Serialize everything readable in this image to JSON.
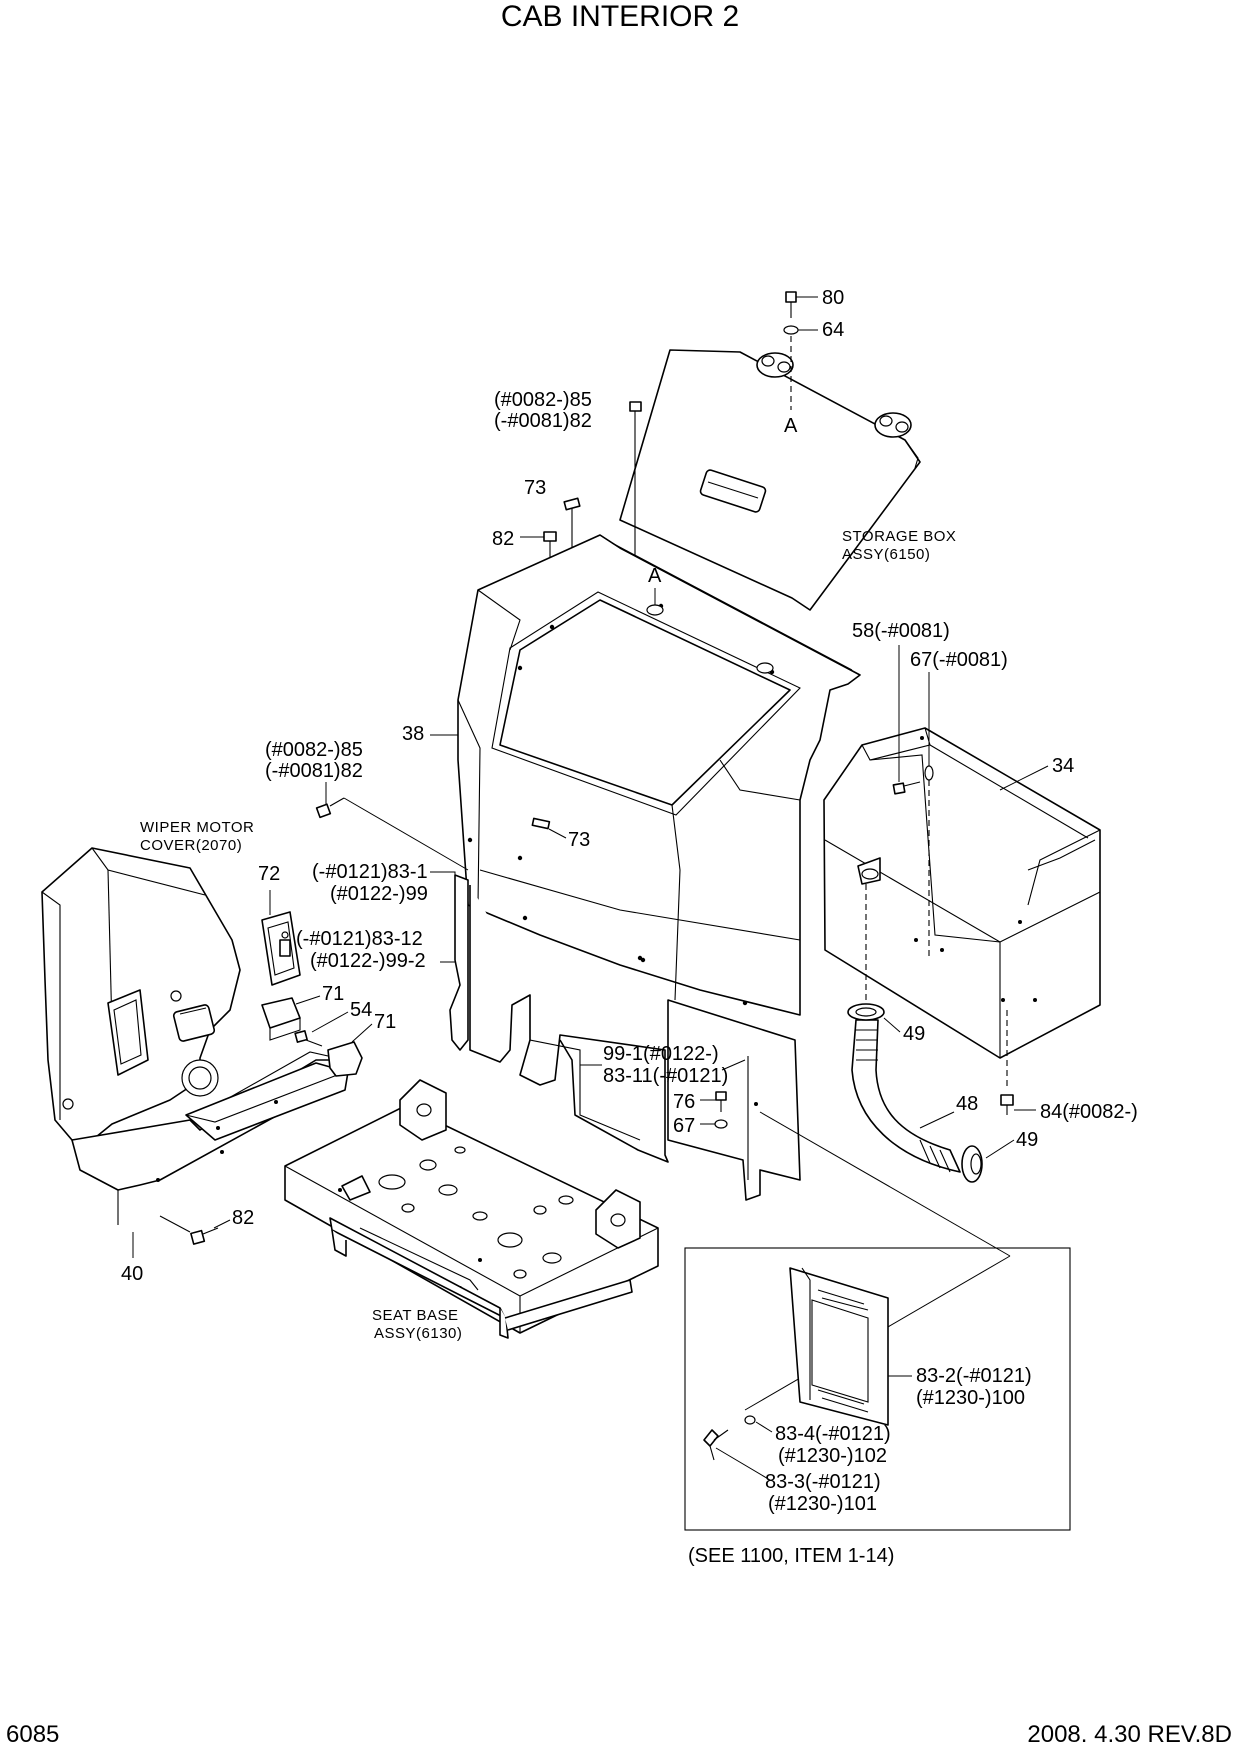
{
  "title": "CAB INTERIOR 2",
  "page_number": "6085",
  "revision": "2008. 4.30  REV.8D",
  "reference_note": "(SEE 1100, ITEM 1-14)",
  "subassemblies": {
    "storage_box": [
      "STORAGE BOX",
      "ASSY(6150)"
    ],
    "wiper_cover": [
      "WIPER MOTOR",
      "COVER(2070)"
    ],
    "seat_base": [
      "SEAT BASE",
      "ASSY(6130)"
    ]
  },
  "view_marks": {
    "a_top": "A",
    "a_bottom": "A"
  },
  "callouts": {
    "p80": "80",
    "p64": "64",
    "p85_82_top": [
      "(#0082-)85",
      "(-#0081)82"
    ],
    "p73_top": "73",
    "p82_top": "82",
    "p58": "58(-#0081)",
    "p67_top": "67(-#0081)",
    "p34": "34",
    "p38": "38",
    "p85_82_left": [
      "(#0082-)85",
      "(-#0081)82"
    ],
    "p73_mid": "73",
    "p72": "72",
    "p83_1": [
      "(-#0121)83-1",
      "(#0122-)99"
    ],
    "p83_12": [
      "(-#0121)83-12",
      "(#0122-)99-2"
    ],
    "p71_a": "71",
    "p54": "54",
    "p71_b": "71",
    "p49_top": "49",
    "p99_1": [
      "99-1(#0122-)",
      "83-11(-#0121)"
    ],
    "p76": "76",
    "p67_mid": "67",
    "p48": "48",
    "p84": "84(#0082-)",
    "p49_bottom": "49",
    "p82_bottom": "82",
    "p40": "40",
    "p83_2": [
      "83-2(-#0121)",
      "(#1230-)100"
    ],
    "p83_4": [
      "83-4(-#0121)",
      "(#1230-)102"
    ],
    "p83_3": [
      "83-3(-#0121)",
      "(#1230-)101"
    ]
  }
}
